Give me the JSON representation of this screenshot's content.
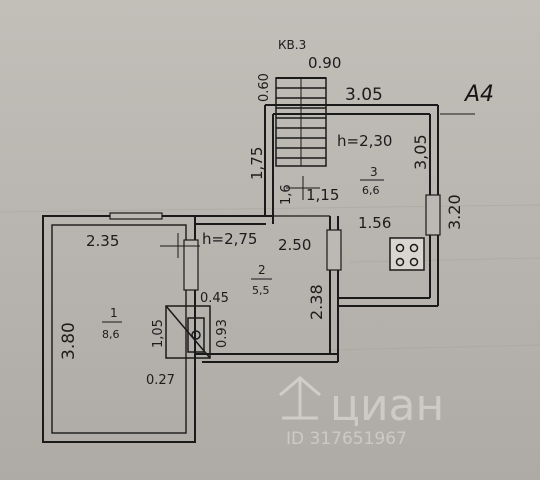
{
  "plan": {
    "apartment_code": "КВ.3",
    "stamp": "А4",
    "stair_dims": {
      "width": "0.90",
      "depth": "0.60"
    },
    "rooms": [
      {
        "number": "1",
        "area": "8,6"
      },
      {
        "number": "2",
        "area": "5,5"
      },
      {
        "number": "3",
        "area": "6,6"
      }
    ],
    "heights": {
      "room_3": "h=2,30",
      "room_2": "h=2,75"
    },
    "dimensions": {
      "top_width": "3.05",
      "room3_right": "3,05",
      "outer_right": "3.20",
      "room3_left": "1,75",
      "gap_1_6": "1,6",
      "gap_1_15": "1,15",
      "gap_1_56": "1.56",
      "room1_width": "2.35",
      "room1_height": "3.80",
      "room2_width": "2.50",
      "room2_height": "2.38",
      "chimney_045": "0.45",
      "chimney_105": "1,05",
      "chimney_093": "0.93",
      "chimney_027": "0.27"
    }
  },
  "watermark": {
    "brand": "циан",
    "id_text": "ID 317651967"
  },
  "colors": {
    "paper": "#bbb7b2",
    "ink": "#1a1a1a",
    "watermark": "#e6e3de"
  },
  "icons": {
    "stove": "stove-icon",
    "logo": "cian-logo-icon"
  }
}
